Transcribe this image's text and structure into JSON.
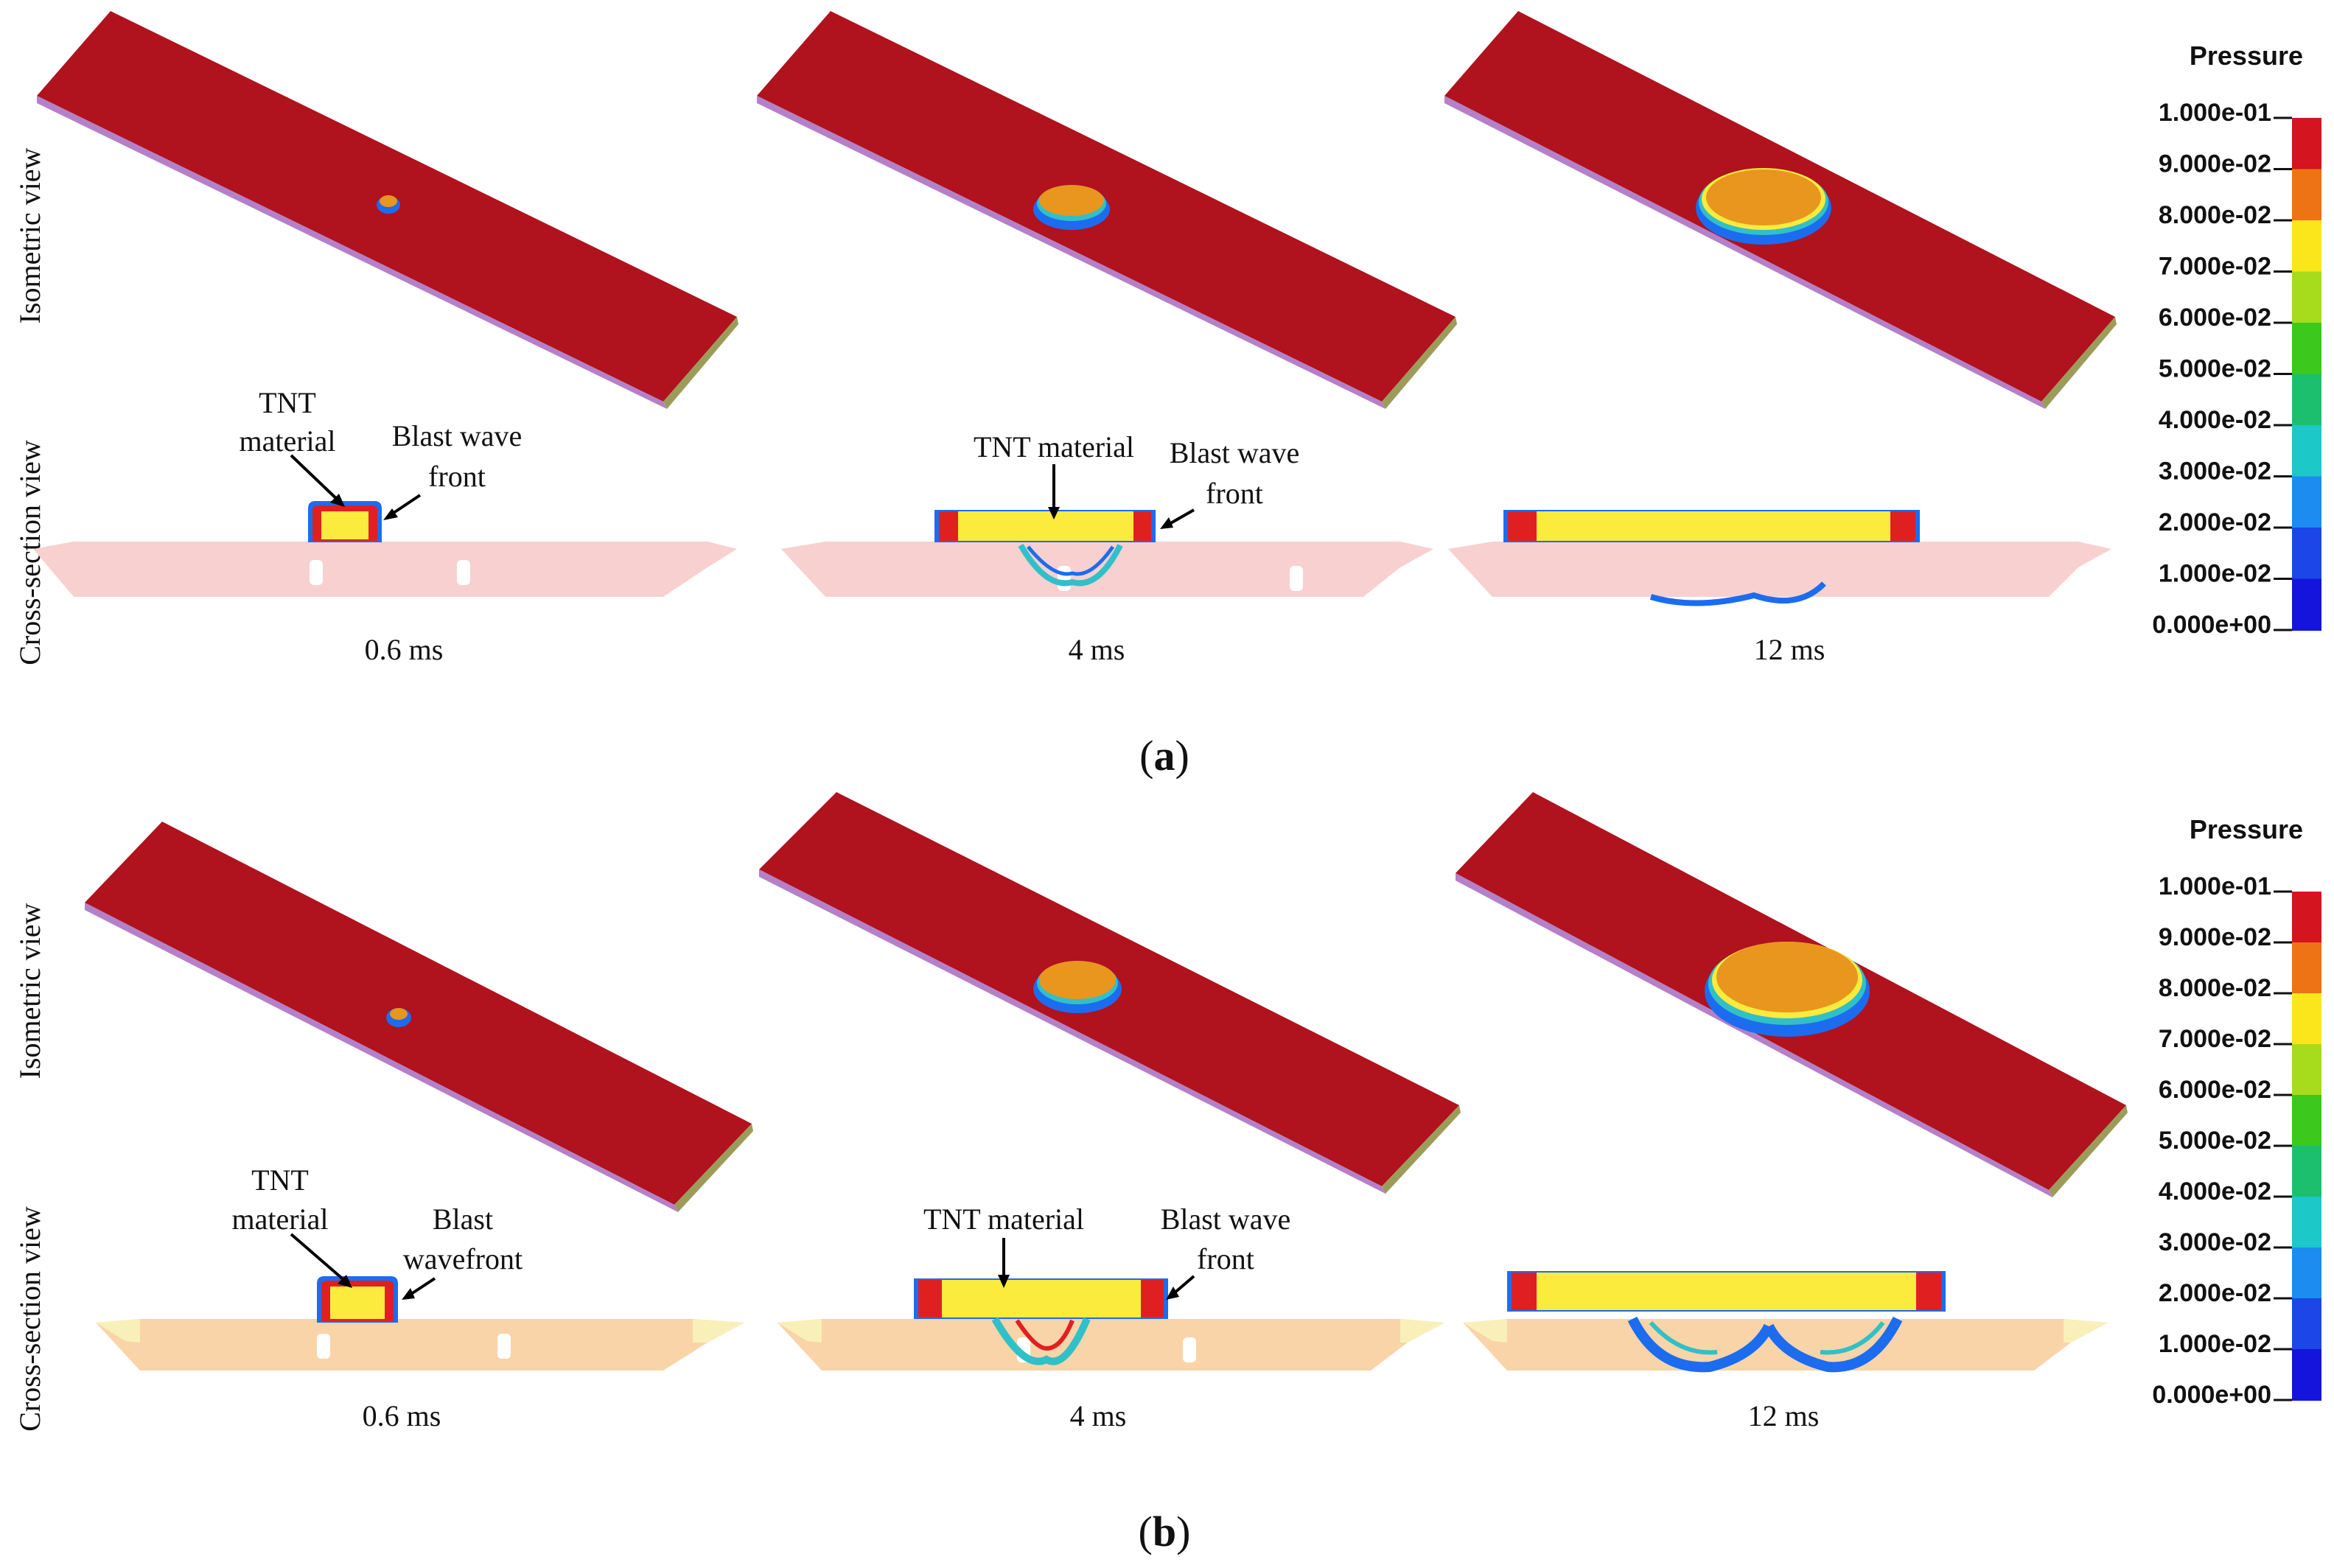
{
  "row_labels": {
    "isometric": "Isometric view",
    "cross_section": "Cross-section view"
  },
  "panels": [
    {
      "caption": "(a)",
      "caption_letter": "a",
      "times": [
        "0.6 ms",
        "4 ms",
        "12 ms"
      ],
      "annotations": {
        "t0_tnt_line1": "TNT",
        "t0_tnt_line2": "material",
        "t0_blast_line1": "Blast wave",
        "t0_blast_line2": "front",
        "t1_tnt": "TNT material",
        "t1_blast_line1": "Blast wave",
        "t1_blast_line2": "front"
      },
      "legend": {
        "title": "Pressure",
        "ticks": [
          "1.000e-01",
          "9.000e-02",
          "8.000e-02",
          "7.000e-02",
          "6.000e-02",
          "5.000e-02",
          "4.000e-02",
          "3.000e-02",
          "2.000e-02",
          "1.000e-02",
          "0.000e+00"
        ]
      }
    },
    {
      "caption": "(b)",
      "caption_letter": "b",
      "times": [
        "0.6 ms",
        "4 ms",
        "12 ms"
      ],
      "annotations": {
        "t0_tnt_line1": "TNT",
        "t0_tnt_line2": "material",
        "t0_blast_line1": "Blast",
        "t0_blast_line2": "wavefront",
        "t1_tnt": "TNT material",
        "t1_blast_line1": "Blast wave",
        "t1_blast_line2": "front"
      },
      "legend": {
        "title": "Pressure",
        "ticks": [
          "1.000e-01",
          "9.000e-02",
          "8.000e-02",
          "7.000e-02",
          "6.000e-02",
          "5.000e-02",
          "4.000e-02",
          "3.000e-02",
          "2.000e-02",
          "1.000e-02",
          "0.000e+00"
        ]
      }
    }
  ],
  "colorbar": {
    "colors": [
      "#d4141e",
      "#ee7314",
      "#fbe61c",
      "#a6dc1c",
      "#3cc81c",
      "#1cbf6e",
      "#1cc8c8",
      "#1c8cf0",
      "#1c46e6",
      "#1414dc"
    ]
  },
  "colors": {
    "plate_top": "#b0121e",
    "plate_side": "#b480c8",
    "plate_end": "#9c9c5a",
    "section_a": "#f8d0d0",
    "section_b": "#f9d4a8",
    "section_b_ends": "#f8f0b8",
    "tnt": "#fbeb3c",
    "burn": "#e02020",
    "wave_blue": "#1c6cf0",
    "wave_cyan": "#30c0c8",
    "core_orange": "#e8961e"
  }
}
